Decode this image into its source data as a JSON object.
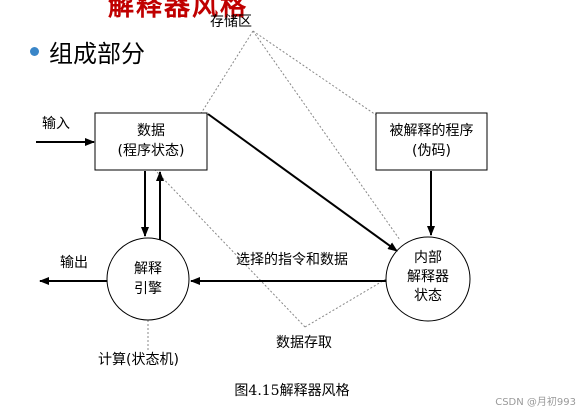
{
  "slide": {
    "title_cut": "解释器风格",
    "bullet": "组成部分"
  },
  "labels": {
    "storage": "存储区",
    "input": "输入",
    "output": "输出",
    "instr_data": "选择的指令和数据",
    "data_access": "数据存取",
    "compute": "计算(状态机)"
  },
  "boxes": {
    "data": [
      "数据",
      "(程序状态)"
    ],
    "program": [
      "被解释的程序",
      "(伪码)"
    ]
  },
  "circles": {
    "engine": [
      "解释",
      "引擎"
    ],
    "state": [
      "内部",
      "解释器",
      "状态"
    ]
  },
  "caption": "图4.15解释器风格",
  "watermark": "CSDN @月初993",
  "colors": {
    "bullet": "#3a86c8",
    "title": "#c00000",
    "line": "#000000",
    "dotted": "#888888"
  }
}
